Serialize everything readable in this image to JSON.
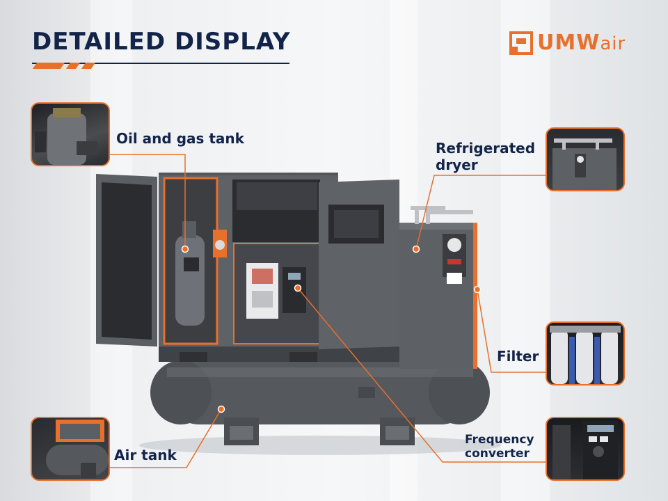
{
  "heading": "DETAILED DISPLAY",
  "brand": {
    "name_bold": "UMW",
    "name_light": "air",
    "color": "#e8702a"
  },
  "colors": {
    "navy": "#13244a",
    "accent": "#e8702a",
    "machine": "#5a5d62"
  },
  "labels": {
    "oil_gas_tank": "Oil and gas tank",
    "refrigerated_dryer_line1": "Refrigerated",
    "refrigerated_dryer_line2": "dryer",
    "filter": "Filter",
    "air_tank": "Air tank",
    "frequency_converter_line1": "Frequency",
    "frequency_converter_line2": "converter"
  }
}
